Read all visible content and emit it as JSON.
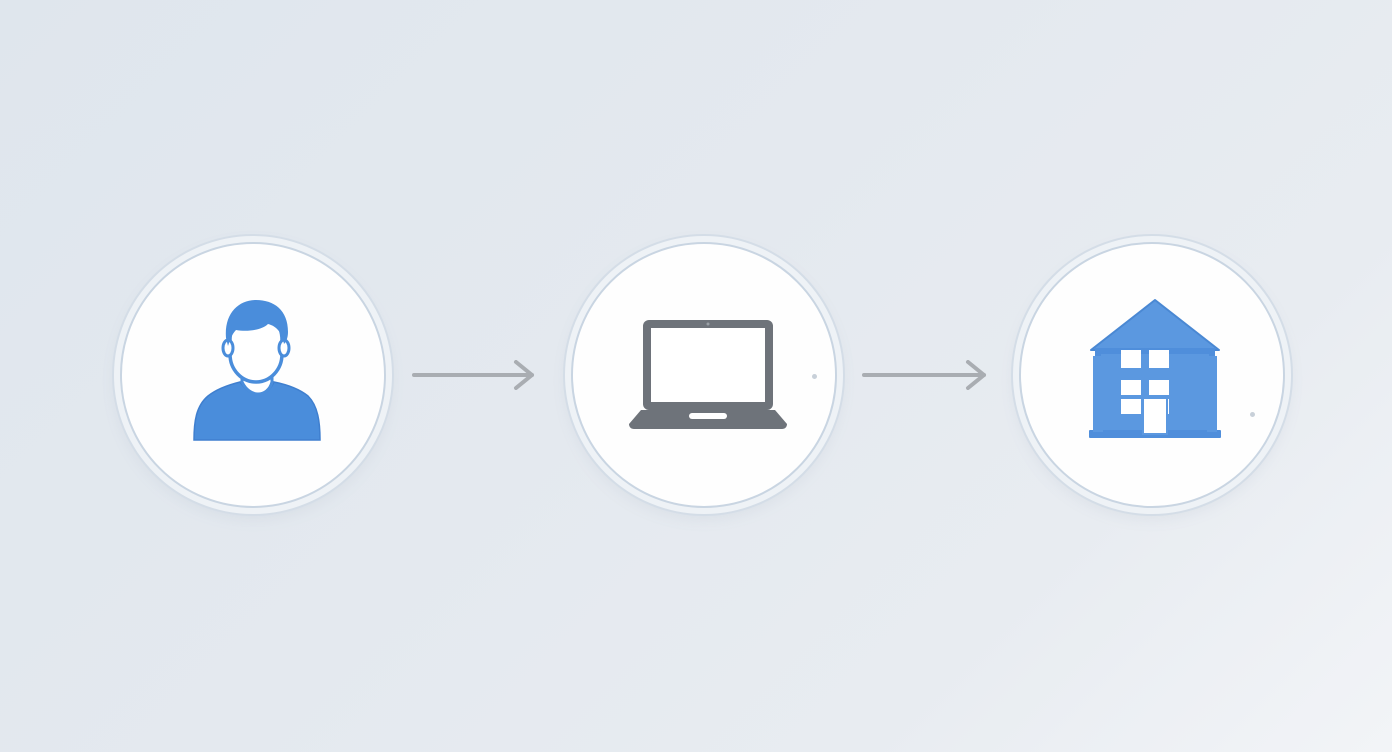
{
  "diagram": {
    "type": "flow",
    "nodes": [
      {
        "id": "user",
        "icon": "person-icon",
        "color": "#4a8ddb"
      },
      {
        "id": "laptop",
        "icon": "laptop-icon",
        "color": "#6e737a"
      },
      {
        "id": "building",
        "icon": "building-icon",
        "color": "#5b98e0"
      }
    ],
    "edges": [
      {
        "from": "user",
        "to": "laptop",
        "icon": "arrow-right-icon",
        "color": "#a9adb2"
      },
      {
        "from": "laptop",
        "to": "building",
        "icon": "arrow-right-icon",
        "color": "#a9adb2"
      }
    ],
    "colors": {
      "background": "#e3e8ee",
      "circle_fill": "#fefefe",
      "circle_ring": "#c9d5e2"
    }
  }
}
